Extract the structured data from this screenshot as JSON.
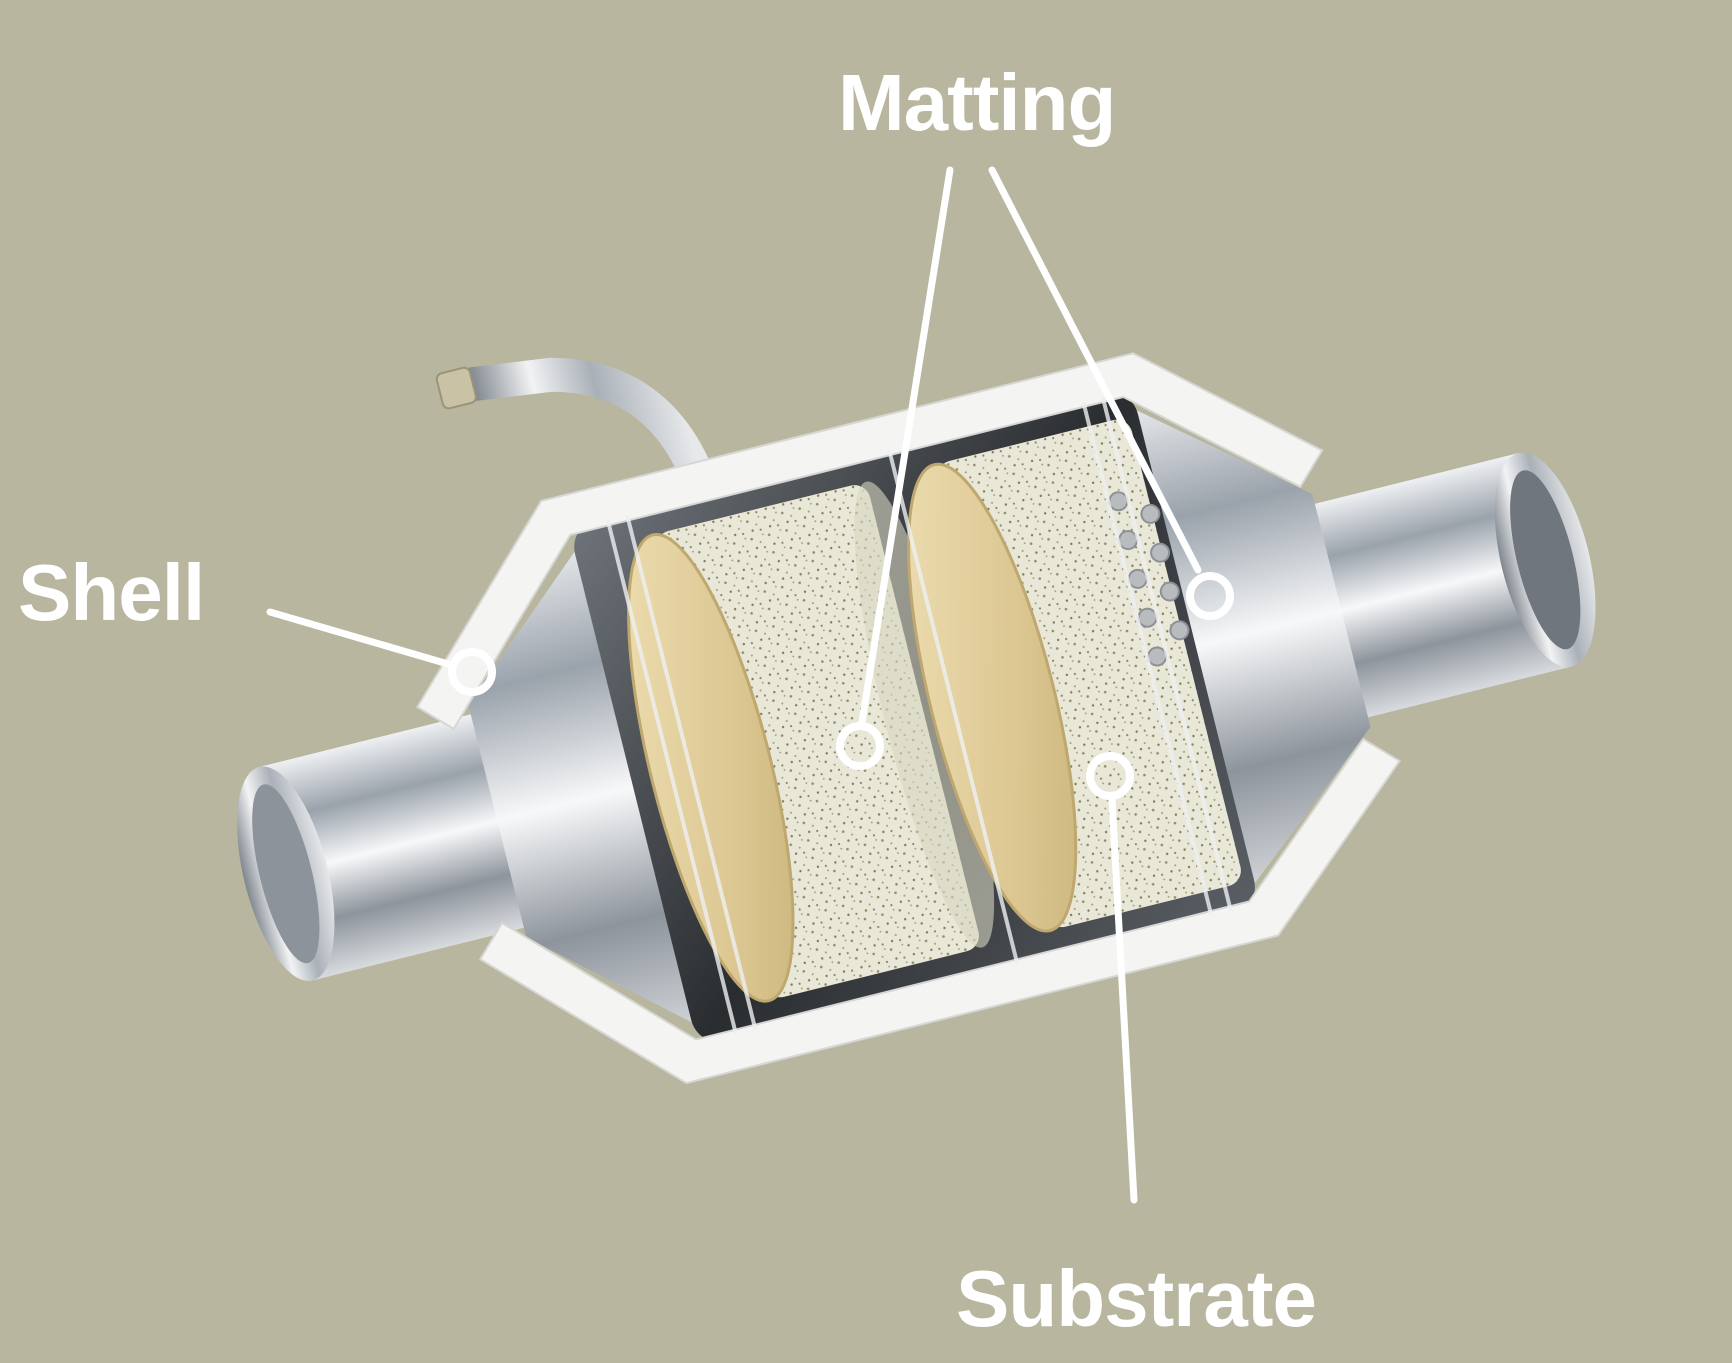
{
  "labels": {
    "shell": "Shell",
    "matting": "Matting",
    "substrate": "Substrate"
  },
  "colors": {
    "background": "#b8b69f",
    "label": "#ffffff",
    "substrate": "#e2d1a2",
    "matting": "#e7e6d6",
    "steel": "#c9cdd2"
  }
}
